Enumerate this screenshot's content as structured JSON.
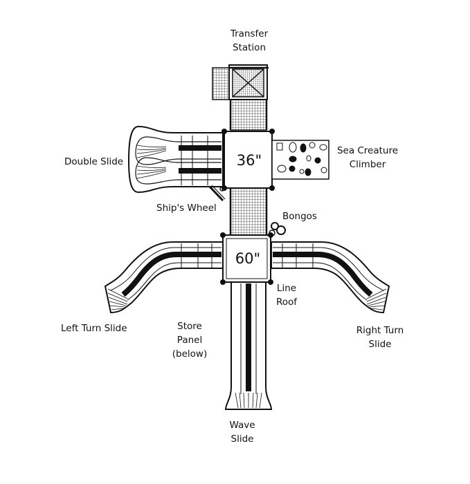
{
  "diagram": {
    "labels": {
      "transfer_station": "Transfer\nStation",
      "sea_creature_climber": "Sea Creature\nClimber",
      "double_slide": "Double Slide",
      "ships_wheel": "Ship's Wheel",
      "bongos": "Bongos",
      "line_roof": "Line\nRoof",
      "left_turn_slide": "Left Turn Slide",
      "store_panel": "Store\nPanel\n(below)",
      "right_turn_slide": "Right Turn\nSlide",
      "wave_slide": "Wave\nSlide"
    },
    "decks": {
      "upper": "36\"",
      "lower": "60\""
    }
  }
}
